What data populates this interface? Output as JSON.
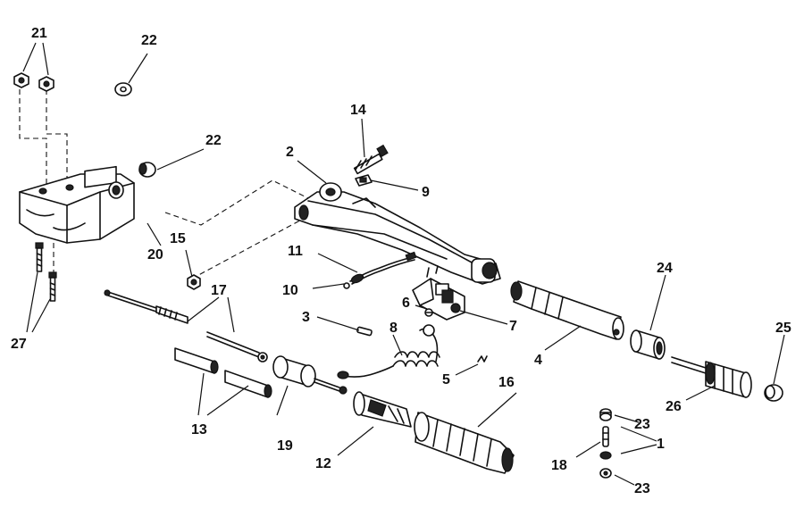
{
  "diagram": {
    "callouts": [
      {
        "id": "c1",
        "text": "1"
      },
      {
        "id": "c2",
        "text": "2"
      },
      {
        "id": "c3",
        "text": "3"
      },
      {
        "id": "c4",
        "text": "4"
      },
      {
        "id": "c5",
        "text": "5"
      },
      {
        "id": "c6",
        "text": "6"
      },
      {
        "id": "c7",
        "text": "7"
      },
      {
        "id": "c8",
        "text": "8"
      },
      {
        "id": "c9",
        "text": "9"
      },
      {
        "id": "c10",
        "text": "10"
      },
      {
        "id": "c11",
        "text": "11"
      },
      {
        "id": "c12",
        "text": "12"
      },
      {
        "id": "c13",
        "text": "13"
      },
      {
        "id": "c14",
        "text": "14"
      },
      {
        "id": "c15",
        "text": "15"
      },
      {
        "id": "c16",
        "text": "16"
      },
      {
        "id": "c17",
        "text": "17"
      },
      {
        "id": "c18",
        "text": "18"
      },
      {
        "id": "c19",
        "text": "19"
      },
      {
        "id": "c20",
        "text": "20"
      },
      {
        "id": "c21",
        "text": "21"
      },
      {
        "id": "c22a",
        "text": "22"
      },
      {
        "id": "c22b",
        "text": "22"
      },
      {
        "id": "c23a",
        "text": "23"
      },
      {
        "id": "c23b",
        "text": "23"
      },
      {
        "id": "c24",
        "text": "24"
      },
      {
        "id": "c25",
        "text": "25"
      },
      {
        "id": "c26",
        "text": "26"
      },
      {
        "id": "c27",
        "text": "27"
      }
    ]
  }
}
